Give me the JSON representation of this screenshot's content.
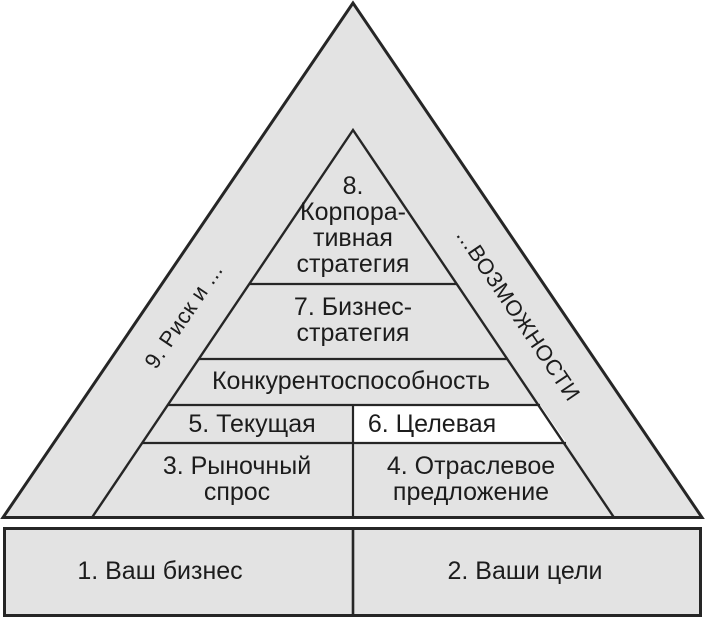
{
  "colors": {
    "fill": "#e3e3e3",
    "highlight": "#ffffff",
    "stroke": "#262626",
    "text": "#1c1c1c"
  },
  "pyramid": {
    "level8": "8.\nКорпора-\nтивная\nстратегия",
    "level7": "7. Бизнес-\nстратегия",
    "competitiveness": "Конкурентоспособность",
    "level5": "5. Текущая",
    "level6": "6. Целевая",
    "level3": "3. Рыночный\nспрос",
    "level4": "4. Отраслевое\nпредложение",
    "risk_band": "9. Риск и ...",
    "opportunities_band": "...ВОЗМОЖНОСТИ"
  },
  "base": {
    "level1": "1. Ваш бизнес",
    "level2": "2. Ваши цели"
  }
}
